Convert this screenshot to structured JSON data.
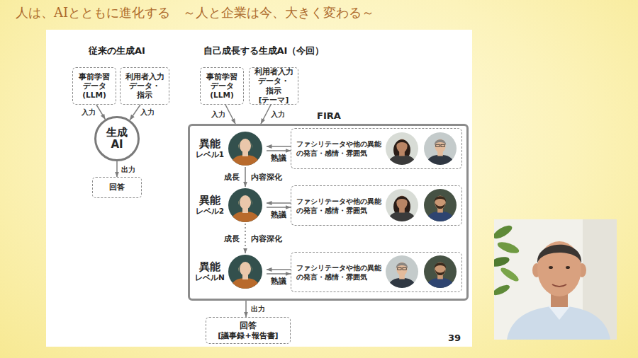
{
  "diagram": {
    "title": "人は、AIとともに進化する　～人と企業は今、大きく変わる～",
    "nodes": [
      {
        "text": [
          "事前学習 データ (LLM)"
        ]
      },
      {
        "text": [
          "利用者入力 データ・指示"
        ]
      },
      {
        "text": [
          "生成 AI"
        ]
      },
      {
        "text": [
          "回答"
        ]
      },
      {
        "text": [
          "事前学習 データ (LLM)"
        ]
      },
      {
        "text": [
          "利用者入力 データ・指示 [テーマ]"
        ]
      },
      {
        "text": [
          "FIRA"
        ]
      },
      {
        "text": [
          "異能",
          "レベル1"
        ],
        "in": 6
      },
      {
        "text": [
          "ファシリテータや他の異能 の発言・感情・雰囲気"
        ],
        "in": 6
      },
      {
        "text": [
          "異能",
          "レベル2"
        ],
        "in": 6
      },
      {
        "text": [
          "ファシリテータや他の異能 の発言・感情・雰囲気"
        ],
        "in": 6
      },
      {
        "text": [
          "異能",
          "レベルN"
        ],
        "in": 6
      },
      {
        "text": [
          "ファシリテータや他の異能 の発言・感情・雰囲気"
        ],
        "in": 6
      },
      {
        "text": [
          "回答",
          "[議事録+報告書]"
        ]
      }
    ],
    "edges": [
      {
        "from": 0,
        "to": 2,
        "arrow": "to",
        "label": "入力"
      },
      {
        "from": 1,
        "to": 2,
        "arrow": "to",
        "label": "入力"
      },
      {
        "from": 2,
        "to": 3,
        "arrow": "to",
        "label": "出力"
      },
      {
        "from": 4,
        "to": 6,
        "arrow": "to",
        "label": "入力"
      },
      {
        "from": 5,
        "to": 6,
        "arrow": "to",
        "label": "入力"
      },
      {
        "from": 7,
        "to": 8,
        "arrow": "both",
        "label": "熟議"
      },
      {
        "from": 7,
        "to": 9,
        "arrow": "to",
        "label": "成長"
      },
      {
        "from": 9,
        "to": 10,
        "arrow": "both",
        "label": "熟議"
      },
      {
        "from": 9,
        "to": 11,
        "arrow": "to",
        "label": "成長"
      },
      {
        "from": 11,
        "to": 12,
        "arrow": "both",
        "label": "熟議"
      },
      {
        "from": 6,
        "to": 13,
        "arrow": "to",
        "label": "出力"
      }
    ],
    "labels": [
      "従来の生成AI",
      "自己成長する生成AI（今回）",
      "内容深化",
      "内容深化",
      "39"
    ]
  }
}
